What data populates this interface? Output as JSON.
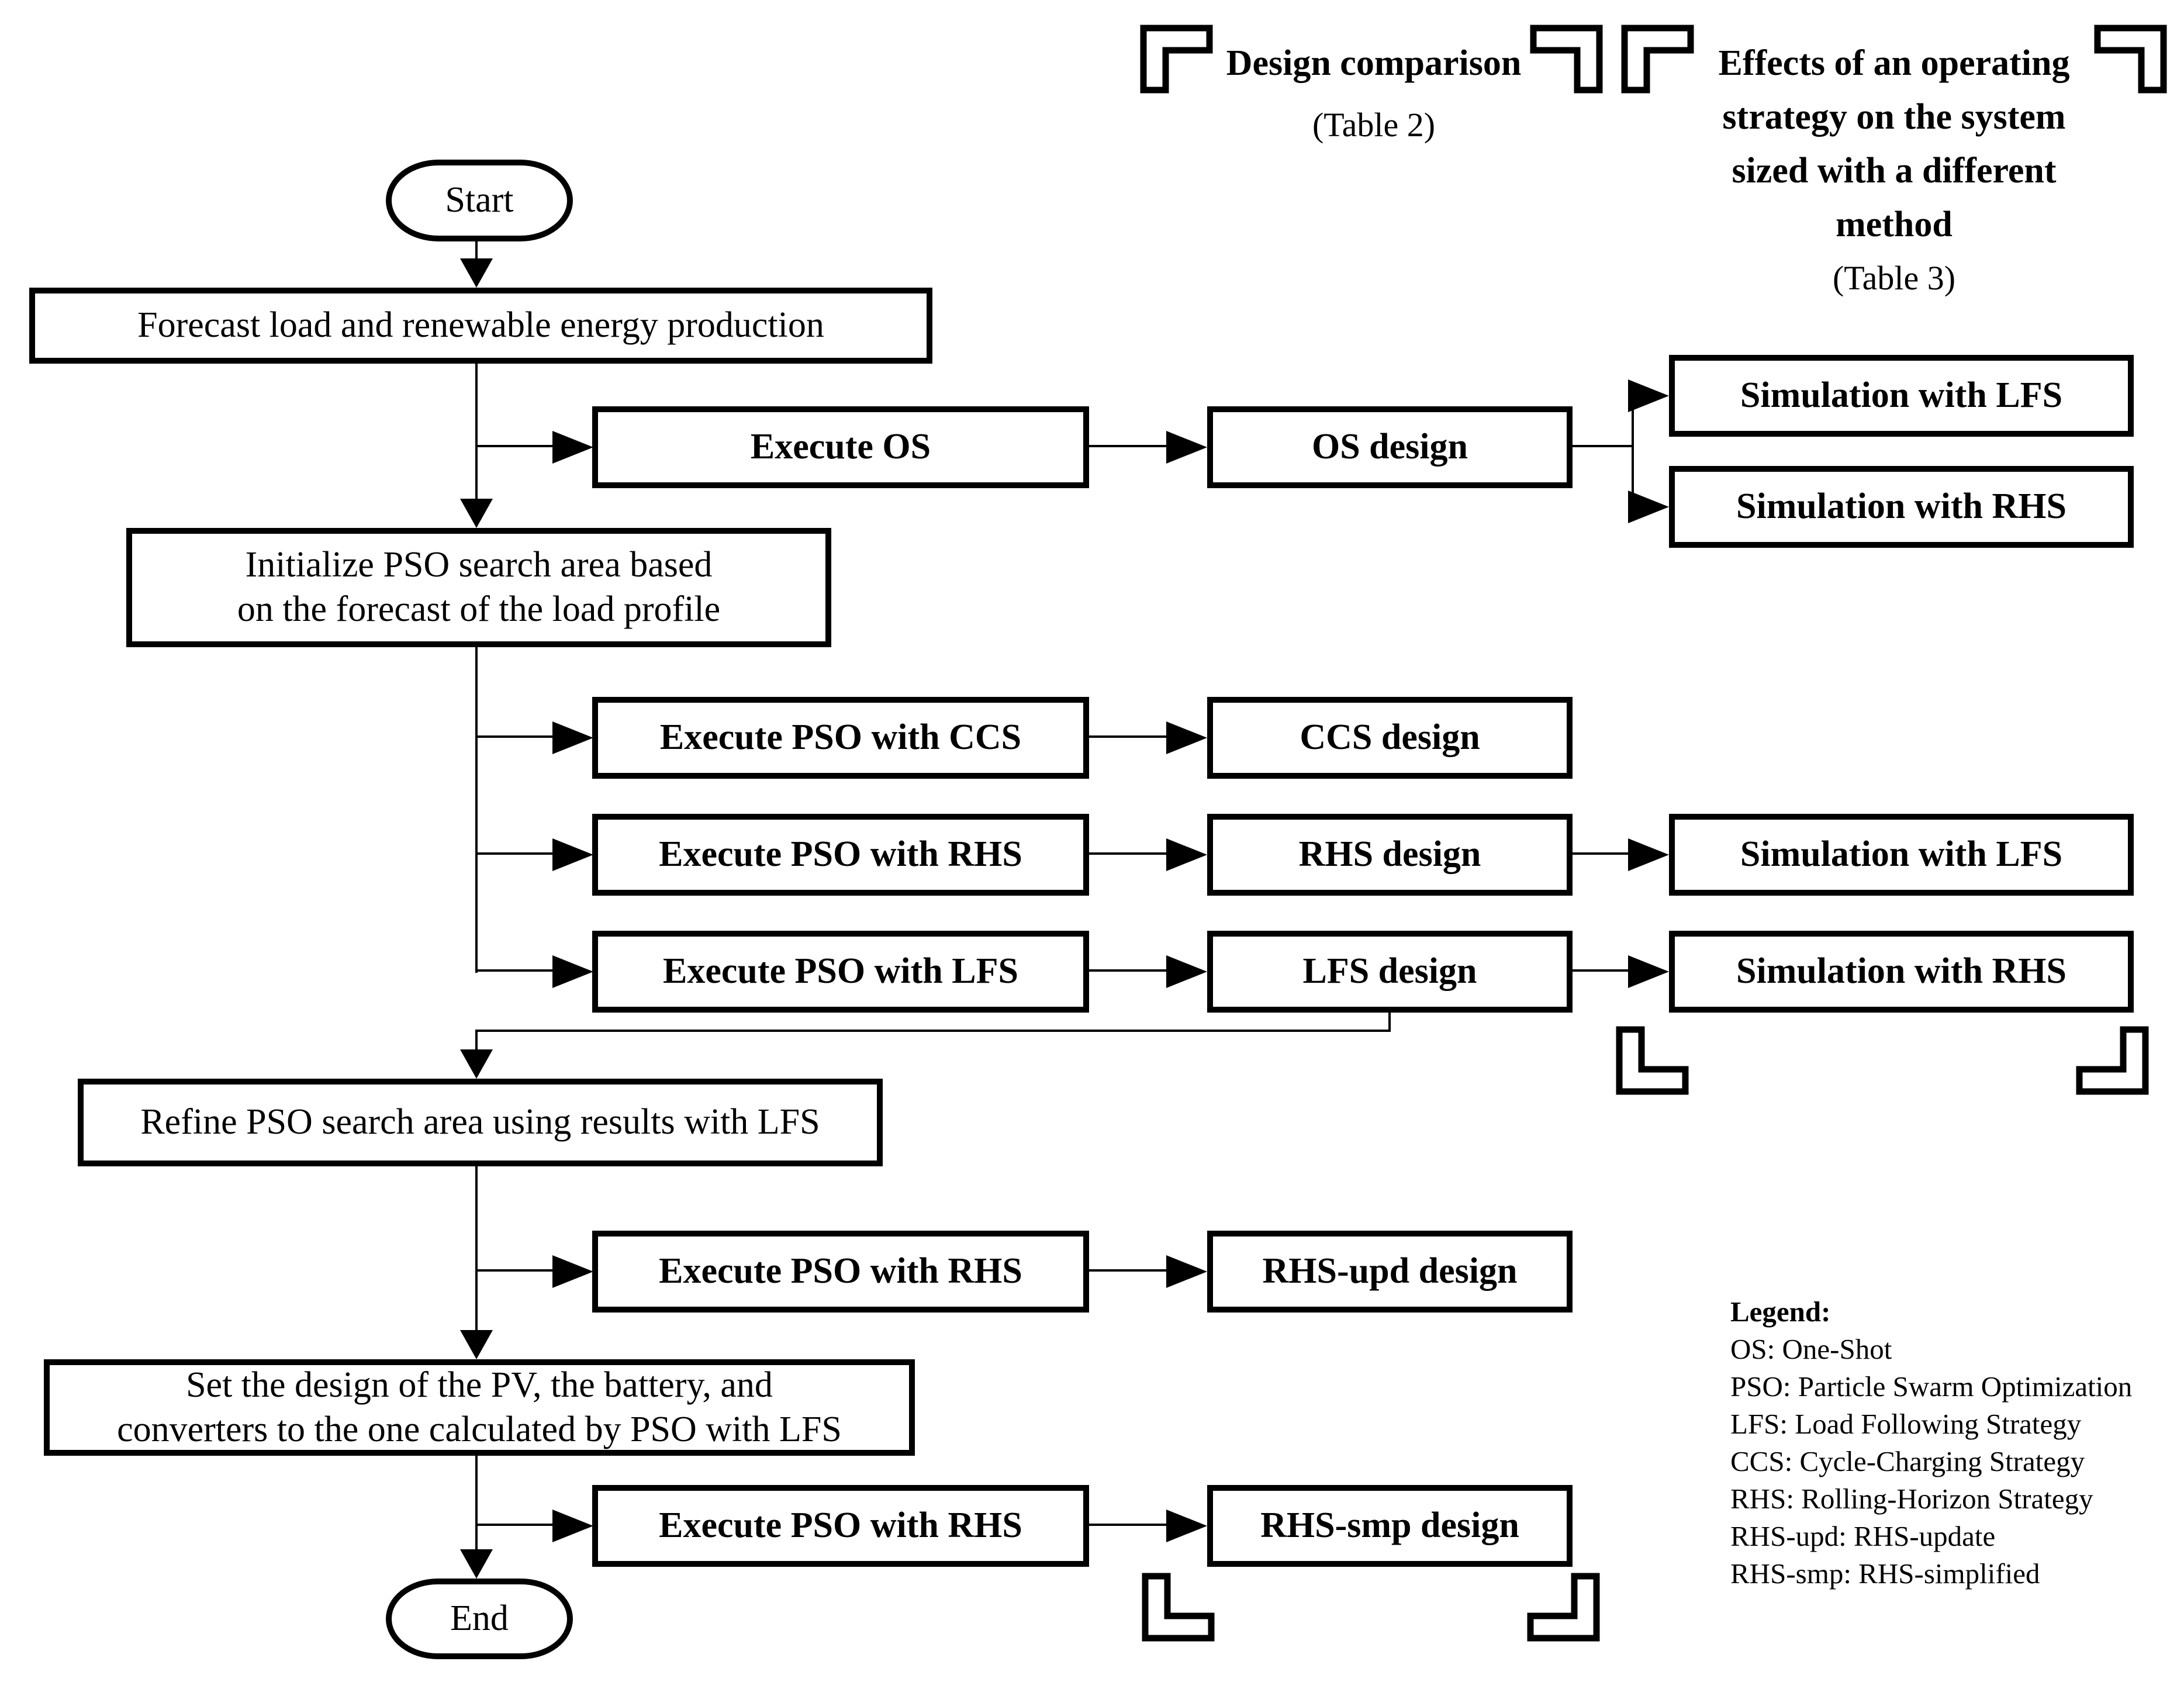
{
  "page": {
    "background": "#ffffff",
    "ink": "#000000"
  },
  "headers": {
    "design_comparison": {
      "title": "Design comparison",
      "subtitle": "(Table 2)"
    },
    "operating_strategy": {
      "line1": "Effects of an operating",
      "line2": "strategy on the system",
      "line3": "sized with a different",
      "line4": "method",
      "subtitle": "(Table 3)"
    }
  },
  "nodes": {
    "start": "Start",
    "forecast": "Forecast load and renewable energy production",
    "initialize_line1": "Initialize PSO search area based",
    "initialize_line2": "on the forecast of the load profile",
    "execute_os": "Execute OS",
    "os_design": "OS design",
    "sim_lfs_top": "Simulation with LFS",
    "sim_rhs_top": "Simulation with RHS",
    "execute_pso_ccs": "Execute PSO with CCS",
    "ccs_design": "CCS design",
    "execute_pso_rhs": "Execute PSO with RHS",
    "rhs_design": "RHS design",
    "sim_lfs_mid": "Simulation with LFS",
    "execute_pso_lfs": "Execute PSO with LFS",
    "lfs_design": "LFS design",
    "sim_rhs_mid": "Simulation with RHS",
    "refine": "Refine PSO search area using results with LFS",
    "execute_pso_rhs_upd": "Execute PSO with RHS",
    "rhs_upd_design": "RHS-upd design",
    "set_design_line1": "Set the design of the PV, the battery, and",
    "set_design_line2": "converters to the one calculated by PSO with LFS",
    "execute_pso_rhs_smp": "Execute PSO with RHS",
    "rhs_smp_design": "RHS-smp design",
    "end": "End"
  },
  "legend": {
    "title": "Legend:",
    "entries": [
      "OS: One-Shot",
      "PSO: Particle Swarm Optimization",
      "LFS: Load Following Strategy",
      "CCS: Cycle-Charging Strategy",
      "RHS: Rolling-Horizon Strategy",
      "RHS-upd: RHS-update",
      "RHS-smp: RHS-simplified"
    ]
  }
}
